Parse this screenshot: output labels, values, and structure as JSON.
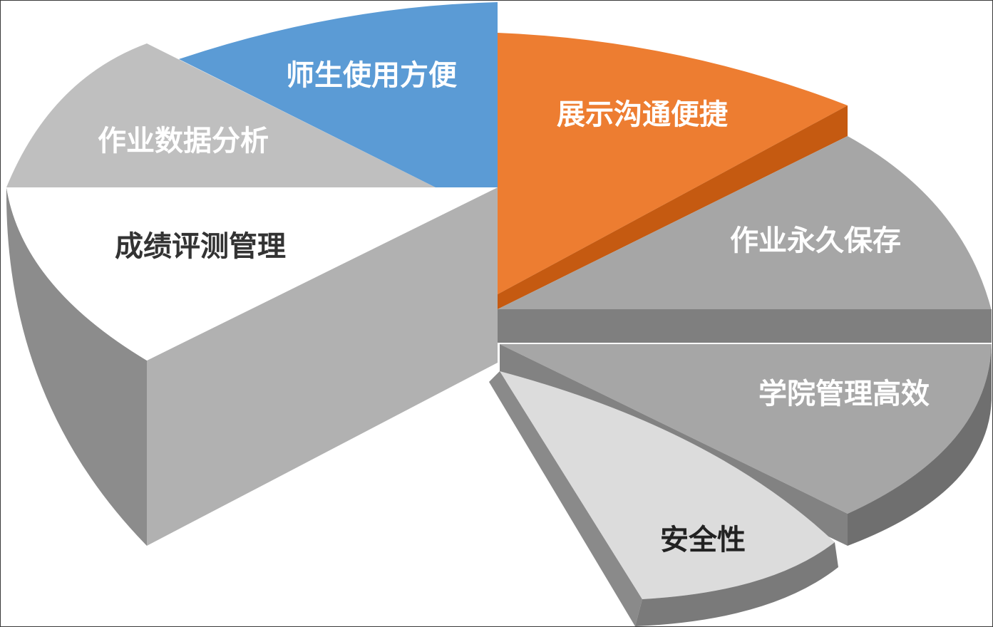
{
  "chart_data": {
    "type": "pie",
    "style": "3d-exploded",
    "segments": [
      {
        "label": "师生使用方便",
        "color": "#5B9BD5",
        "text_color": "#FFFFFF"
      },
      {
        "label": "展示沟通便捷",
        "color": "#ED7D31",
        "text_color": "#FFFFFF"
      },
      {
        "label": "作业永久保存",
        "color": "#A6A6A6",
        "text_color": "#FFFFFF"
      },
      {
        "label": "学院管理高效",
        "color": "#A6A6A6",
        "text_color": "#FFFFFF"
      },
      {
        "label": "安全性",
        "color": "#DCDCDC",
        "text_color": "#222222"
      },
      {
        "label": "成绩评测管理",
        "color": "#FFFFFF",
        "text_color": "#333333"
      },
      {
        "label": "作业数据分析",
        "color": "#BFBFBF",
        "text_color": "#FFFFFF"
      }
    ],
    "legend": "none",
    "grid": false
  }
}
